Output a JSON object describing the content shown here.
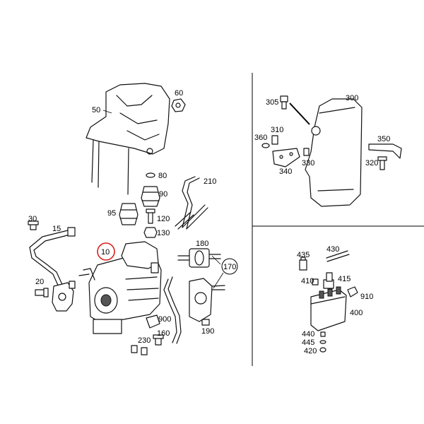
{
  "callouts": {
    "c10": "10",
    "c20": "20",
    "c30": "30",
    "c15": "15",
    "c50": "50",
    "c60": "60",
    "c80": "80",
    "c90": "90",
    "c95": "95",
    "c120": "120",
    "c130": "130",
    "c160": "160",
    "c170": "170",
    "c180": "180",
    "c190": "190",
    "c210": "210",
    "c230": "230",
    "c900": "900",
    "c300": "300",
    "c305": "305",
    "c310": "310",
    "c320": "320",
    "c330": "330",
    "c340": "340",
    "c350": "350",
    "c360": "360",
    "c400": "400",
    "c410": "410",
    "c415": "415",
    "c420": "420",
    "c430": "430",
    "c435": "435",
    "c440": "440",
    "c445": "445",
    "c910": "910"
  },
  "highlight": {
    "selected_callout": "10",
    "color": "#d9211f"
  }
}
